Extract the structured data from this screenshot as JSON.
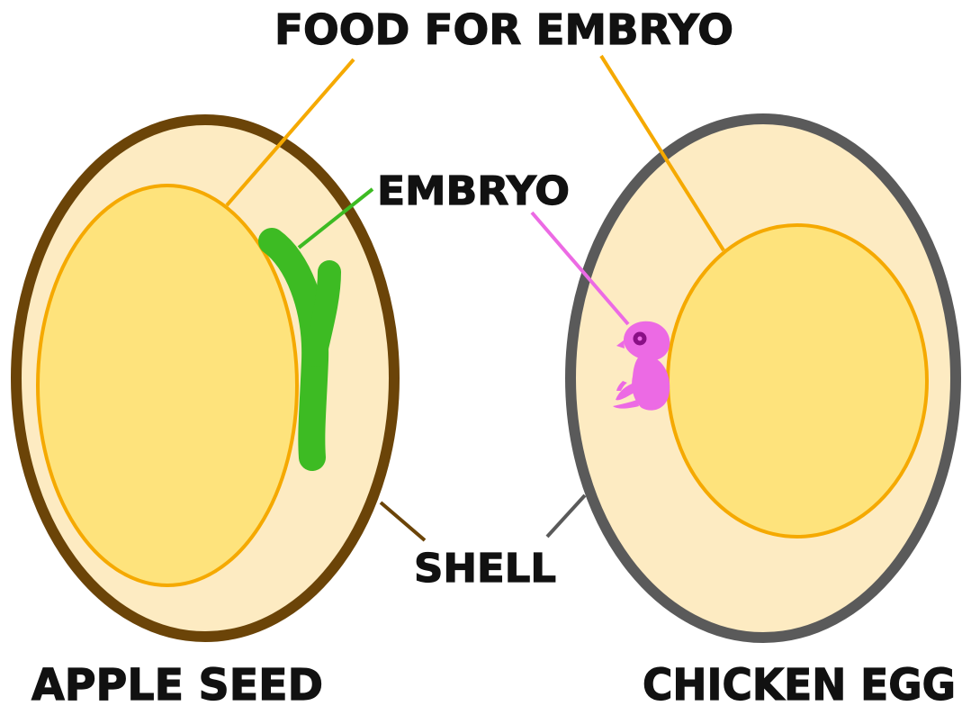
{
  "labels": {
    "food_for_embryo": "FOOD FOR EMBRYO",
    "embryo": "EMBRYO",
    "shell": "SHELL",
    "apple_seed": "APPLE SEED",
    "chicken_egg": "CHICKEN EGG"
  },
  "colors": {
    "seed_shell": "#6b4408",
    "egg_shell": "#5a5a5a",
    "interior": "#fdebc2",
    "food": "#fee37c",
    "food_outline": "#f5a900",
    "seed_embryo": "#3dbb23",
    "chick_embryo": "#ec6ae4",
    "chick_eye": "#8a0f86",
    "text": "#111111"
  }
}
